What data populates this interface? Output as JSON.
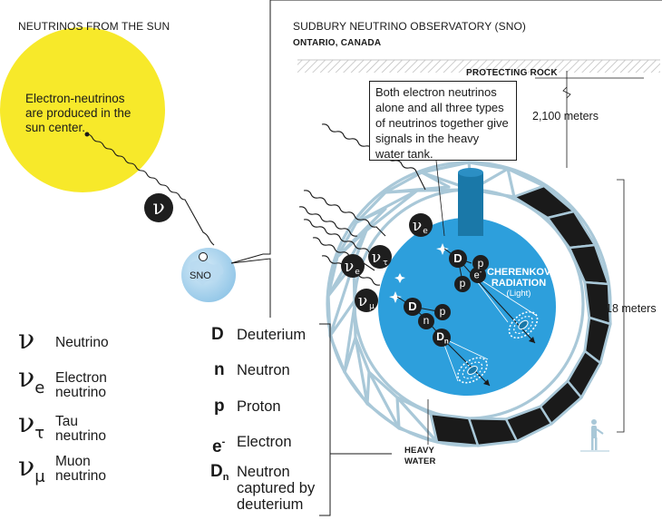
{
  "left_title": "NEUTRINOS FROM THE SUN",
  "sun_text": "Electron-neutrinos are produced in the sun center.",
  "earth_label": "SNO",
  "sno_title": "SUDBURY NEUTRINO OBSERVATORY (SNO)",
  "sno_location": "ONTARIO, CANADA",
  "rock_label": "PROTECTING ROCK",
  "depth_label": "2,100 meters",
  "callout_text": "Both electron neutrinos alone and all three types of neutrinos together give  signals in the heavy water tank.",
  "cherenkov": {
    "title": "CHERENKOV RADIATION",
    "sub": "(Light)"
  },
  "size_label": "18 meters",
  "heavy_water": "HEAVY WATER",
  "particle_badges": {
    "D": "D",
    "n": "n",
    "p": "p",
    "e": "e",
    "Dn": "D",
    "Dn_sub": "n"
  },
  "neutrino_legend": [
    {
      "symbol": "ν",
      "sub": "",
      "label": "Neutrino"
    },
    {
      "symbol": "ν",
      "sub": "e",
      "label": "Electron neutrino"
    },
    {
      "symbol": "ν",
      "sub": "τ",
      "label": "Tau neutrino"
    },
    {
      "symbol": "ν",
      "sub": "μ",
      "label": "Muon neutrino"
    }
  ],
  "particle_legend": [
    {
      "symbol": "D",
      "label": "Deuterium"
    },
    {
      "symbol": "n",
      "label": "Neutron"
    },
    {
      "symbol": "p",
      "label": "Proton"
    },
    {
      "symbol": "e",
      "sup": "-",
      "label": "Electron"
    },
    {
      "symbol": "D",
      "sub": "n",
      "label": "Neutron captured by deuterium"
    }
  ],
  "colors": {
    "sun": "#f7e92a",
    "tank_water": "#2d9fdc",
    "frame": "#a9c8d8",
    "badge": "#1e1e1e",
    "sno_column": "#1a78a8"
  }
}
